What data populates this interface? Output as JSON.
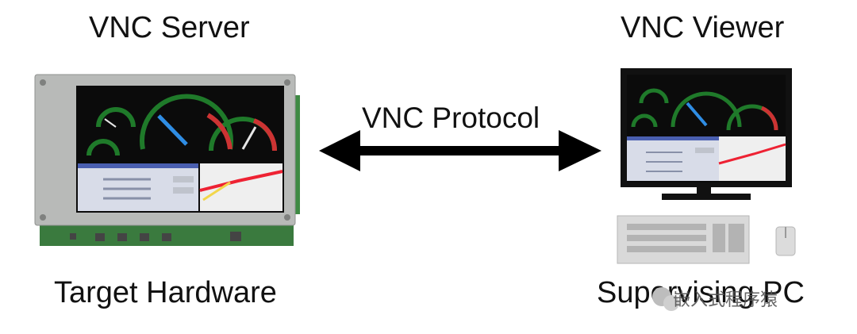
{
  "labels": {
    "server_title": "VNC Server",
    "viewer_title": "VNC Viewer",
    "protocol": "VNC Protocol",
    "target": "Target Hardware",
    "pc": "Supervising PC"
  },
  "watermark": {
    "text": "嵌入式程序猿"
  },
  "colors": {
    "arrow": "#000000",
    "screen_bg": "#0b0b0b",
    "gauge_green": "#1f7a2a",
    "gauge_red": "#c33",
    "needle_blue": "#2f8de4",
    "frame_gray": "#b8bab8",
    "pcb_green": "#3a7a3e",
    "monitor_black": "#111111",
    "keyboard": "#d9d9d9"
  },
  "icons": [
    "embedded-device-icon",
    "monitor-icon",
    "keyboard-icon",
    "mouse-icon",
    "double-arrow-icon",
    "wechat-icon"
  ]
}
